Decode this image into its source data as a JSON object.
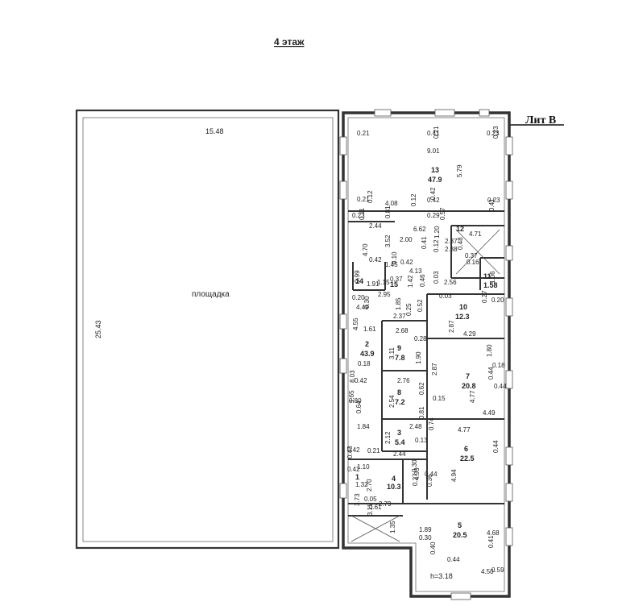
{
  "floor_title": "4 этаж",
  "building_label": "Лит В",
  "platform": {
    "name": "площадка",
    "width_dim": "15.48",
    "height_dim": "25.43"
  },
  "ceiling_height": "h=3.18",
  "rooms": [
    {
      "number": "13",
      "area": "47.9"
    },
    {
      "number": "12",
      "area": ""
    },
    {
      "number": "11",
      "area": "1.58"
    },
    {
      "number": "14",
      "area": ""
    },
    {
      "number": "15",
      "area": ""
    },
    {
      "number": "10",
      "area": "12.3"
    },
    {
      "number": "2",
      "area": "43.9"
    },
    {
      "number": "9",
      "area": "7.8"
    },
    {
      "number": "7",
      "area": "20.8"
    },
    {
      "number": "8",
      "area": "7.2"
    },
    {
      "number": "3",
      "area": "5.4"
    },
    {
      "number": "6",
      "area": "22.5"
    },
    {
      "number": "4",
      "area": "10.3"
    },
    {
      "number": "1",
      "area": ""
    },
    {
      "number": "5",
      "area": "20.5"
    }
  ],
  "dims": [
    "0.21",
    "0.41",
    "0.21",
    "0.23",
    "0.23",
    "9.01",
    "5.79",
    "0.21",
    "0.12",
    "4.08",
    "0.12",
    "0.42",
    "0.42",
    "0.23",
    "0.41",
    "0.23",
    "0.11",
    "2.44",
    "0.81",
    "0.29",
    "0.57",
    "6.62",
    "1.20",
    "4.71",
    "2.37",
    "2.38",
    "0.37",
    "0.16",
    "3.52",
    "2.00",
    "4.70",
    "0.41",
    "0.12",
    "0.48",
    "0.42",
    "1.45",
    "0.10",
    "0.42",
    "4.13",
    "0.99",
    "0.37",
    "1.42",
    "0.46",
    "0.03",
    "2.56",
    "1.06",
    "1.91",
    "1.15",
    "2.95",
    "1.85",
    "0.20",
    "0.30",
    "4.49",
    "0.52",
    "0.03",
    "0.27",
    "0.20",
    "4.55",
    "1.61",
    "2.37",
    "0.25",
    "2.87",
    "4.29",
    "2.68",
    "0.28",
    "3.11",
    "1.90",
    "1.80",
    "8.03",
    "0.18",
    "2.87",
    "0.44",
    "0.18",
    "0.42",
    "2.76",
    "0.44",
    "1.65",
    "0.62",
    "0.80",
    "0.64",
    "2.54",
    "0.81",
    "0.15",
    "4.77",
    "4.49",
    "1.84",
    "2.48",
    "0.74",
    "4.77",
    "2.12",
    "0.13",
    "0.42",
    "0.43",
    "0.21",
    "2.44",
    "0.42",
    "1.10",
    "0.30",
    "0.44",
    "0.44",
    "1.32",
    "2.70",
    "0.27",
    "4.93",
    "4.94",
    "3.73",
    "0.05",
    "2.79",
    "0.36",
    "3.11",
    "0.61",
    "1.35",
    "1.89",
    "0.30",
    "0.40",
    "4.68",
    "0.41",
    "0.44",
    "4.50",
    "0.59",
    "0.59"
  ]
}
